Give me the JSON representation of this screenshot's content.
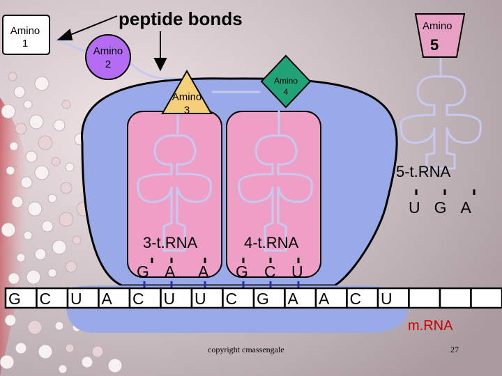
{
  "title": "peptide bonds",
  "colors": {
    "ribosome": "#9aaae8",
    "ribosome_outline": "#000000",
    "trna_site": "#ef9ec6",
    "amino1": "#ffffff",
    "amino2": "#b46cf2",
    "amino3": "#f6cf79",
    "amino4": "#21a378",
    "amino5": "#e8a0c4",
    "trna_line": "#c7c9f0",
    "mrna_label": "#cc0000"
  },
  "amino_acids": [
    {
      "label_top": "Amino",
      "label_bottom": "1",
      "shape": "rectangle"
    },
    {
      "label_top": "Amino",
      "label_bottom": "2",
      "shape": "circle"
    },
    {
      "label_top": "Amino",
      "label_bottom": "3",
      "shape": "triangle"
    },
    {
      "label_top": "Amino",
      "label_bottom": "4",
      "shape": "diamond"
    },
    {
      "label_top": "Amino",
      "label_bottom": "5",
      "shape": "trapezoid"
    }
  ],
  "trnas": [
    {
      "name": "3-t.RNA",
      "anticodon": [
        "G",
        "A",
        "A"
      ]
    },
    {
      "name": "4-t.RNA",
      "anticodon": [
        "G",
        "C",
        "U"
      ]
    },
    {
      "name": "5-t.RNA",
      "anticodon": [
        "U",
        "G",
        "A"
      ]
    }
  ],
  "mrna": {
    "label": "m.RNA",
    "bases": [
      "G",
      "C",
      "U",
      "A",
      "C",
      "U",
      "U",
      "C",
      "G",
      "A",
      "A",
      "C",
      "U",
      "",
      "",
      ""
    ]
  },
  "copyright": "copyright cmassengale",
  "page_number": "27"
}
